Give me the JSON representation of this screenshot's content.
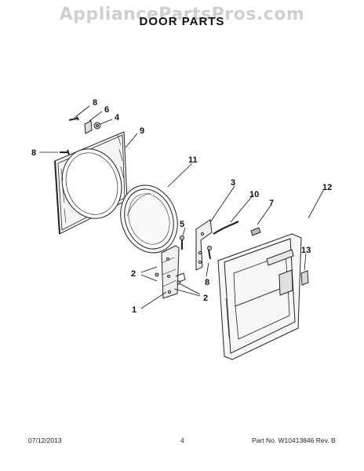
{
  "watermark": "AppliancePartsPros.com",
  "title": "DOOR PARTS",
  "callouts": {
    "c1": "1",
    "c2a": "2",
    "c2b": "2",
    "c3": "3",
    "c4": "4",
    "c5": "5",
    "c6": "6",
    "c7": "7",
    "c8a": "8",
    "c8b": "8",
    "c8c": "8",
    "c9": "9",
    "c10": "10",
    "c11": "11",
    "c12": "12",
    "c13": "13"
  },
  "footer": {
    "date": "07/12/2013",
    "page": "4",
    "part": "Part No.  W10413846  Rev. B"
  }
}
